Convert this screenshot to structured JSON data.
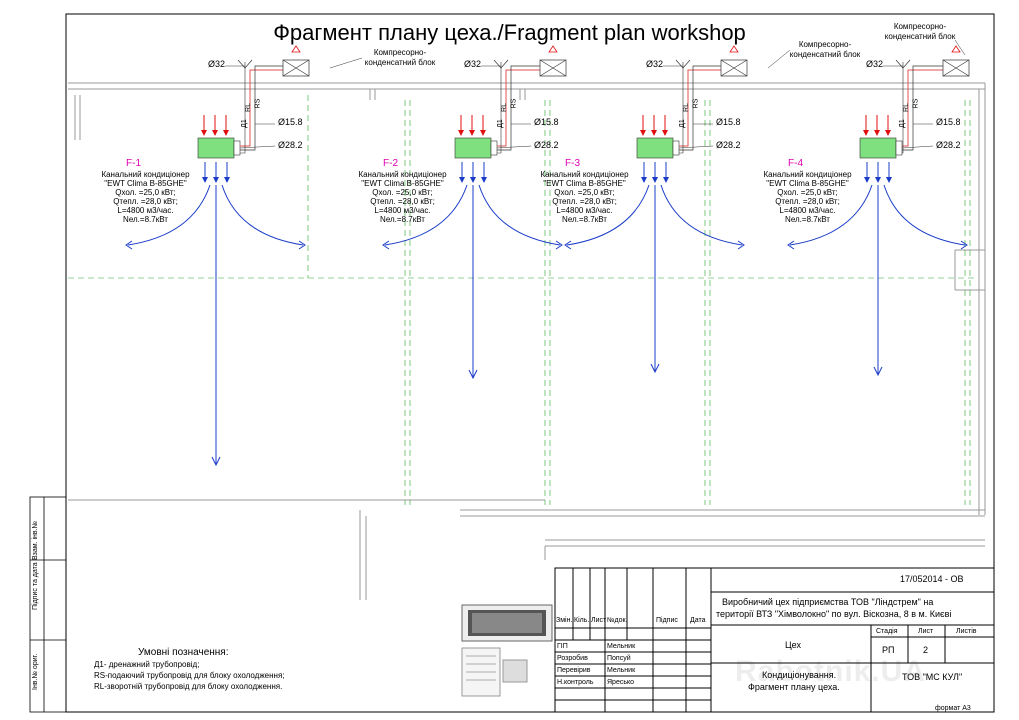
{
  "title": "Фрагмент плану цеха./Fragment plan workshop",
  "compressor_label": [
    "Компресорно-",
    "конденсатний блок"
  ],
  "dims": {
    "d32": "Ø32",
    "d15_8": "Ø15.8",
    "d28_2": "Ø28.2",
    "rs": "RS",
    "rl": "RL",
    "d1": "Д1"
  },
  "units": [
    {
      "id": "F-1",
      "lines": [
        "Канальний кондиціонер",
        "\"EWT Clima B-85GHE\"",
        "Qхол. =25,0 кВт;",
        "Qтепл. =28,0 кВт;",
        "L=4800 м3/час.",
        "Nел.=8.7кВт"
      ]
    },
    {
      "id": "F-2",
      "lines": [
        "Канальний кондиціонер",
        "\"EWT Clima B-85GHE\"",
        "Qхол. =25,0 кВт;",
        "Qтепл. =28,0 кВт;",
        "L=4800 м3/час.",
        "Nел.=8.7кВт"
      ]
    },
    {
      "id": "F-3",
      "lines": [
        "Канальний кондиціонер",
        "\"EWT Clima B-85GHE\"",
        "Qхол. =25,0 кВт;",
        "Qтепл. =28,0 кВт;",
        "L=4800 м3/час.",
        "Nел.=8.7кВт"
      ]
    },
    {
      "id": "F-4",
      "lines": [
        "Канальний кондиціонер",
        "\"EWT Clima B-85GHE\"",
        "Qхол. =25,0 кВт;",
        "Qтепл. =28,0 кВт;",
        "L=4800 м3/час.",
        "Nел.=8.7кВт"
      ]
    }
  ],
  "side_labels": [
    "Інв.№ ориг.",
    "Підпис та дата",
    "Взам. інв.№"
  ],
  "legend": {
    "title": "Умовні позначення:",
    "items": [
      "Д1- дренажний трубопровід;",
      "RS-подаючий трубопровід для блоку охолодження;",
      "RL-зворотній трубопровід для блоку охолодження."
    ]
  },
  "title_block": {
    "doc_code": "17/052014 - ОВ",
    "project": [
      "Виробничий цех підприємства ТОВ \"Ліндстрем\" на",
      "території ВТЗ \"Хімволокно\" по вул. Віскозна, 8 в м. Києві"
    ],
    "object": "Цех",
    "sheet_title": [
      "Кондиціонування.",
      "Фрагмент плану цеха."
    ],
    "company": "ТОВ \"МС КУЛ\"",
    "stage_header": "Стадія",
    "sheet_header": "Лист",
    "sheets_header": "Листів",
    "stage": "РП",
    "sheet": "2",
    "sheets": "",
    "revision_headers": [
      "Змін.",
      "Кіль.",
      "Лист",
      "№док.",
      "Підпис",
      "Дата"
    ],
    "roles": [
      {
        "role": "ГІП",
        "name": "Мельник"
      },
      {
        "role": "Розробив",
        "name": "Попсуй"
      },
      {
        "role": "Перевірив",
        "name": "Мельник"
      },
      {
        "role": "Н.контроль",
        "name": "Яресько"
      }
    ],
    "format": "формат А3"
  },
  "watermark": "Rabotnik.UA",
  "colors": {
    "unit_fill": "#7fe07f",
    "arrow_red": "#e01010",
    "arrow_blue": "#1a3cc8",
    "pipe_red": "#e05050",
    "grid_green": "#2aa82a",
    "label_magenta": "#e000b0"
  }
}
